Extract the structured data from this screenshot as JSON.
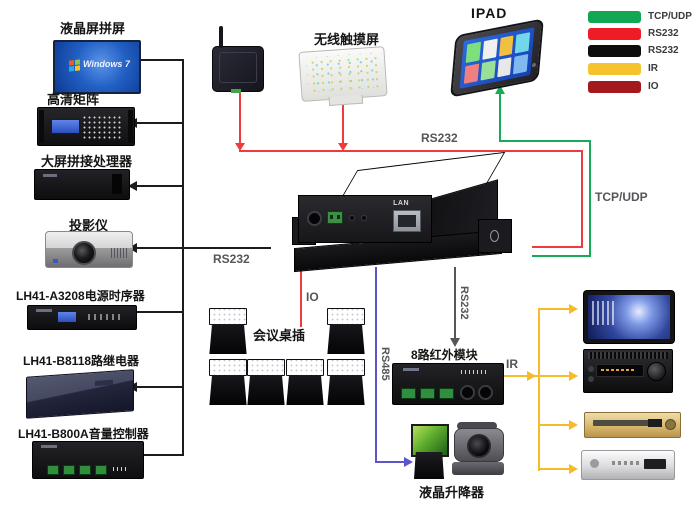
{
  "diagram": {
    "legend": {
      "items": [
        {
          "label": "TCP/UDP",
          "color": "#12a853"
        },
        {
          "label": "RS232",
          "color": "#ee1c25"
        },
        {
          "label": "RS232",
          "color": "#0d0d0d"
        },
        {
          "label": "IR",
          "color": "#f6c22e"
        },
        {
          "label": "IO",
          "color": "#a3191e"
        }
      ]
    },
    "left_devices": [
      {
        "label": "液晶屏拼屏"
      },
      {
        "label": "高清矩阵"
      },
      {
        "label": "大屏拼接处理器"
      },
      {
        "label": "投影仪"
      },
      {
        "label": "LH41-A3208电源时序器"
      },
      {
        "label": "LH41-B8118路继电器"
      },
      {
        "label": "LH41-B800A音量控制器"
      }
    ],
    "monitor_screen_text": "Windows 7",
    "top_devices": {
      "touchscreen_label": "无线触摸屏",
      "ipad_label": "IPAD"
    },
    "controller": {
      "lan_label": "LAN"
    },
    "center_labels": {
      "conference_socket": "会议桌插",
      "ir_module": "8路红外模块",
      "lcd_lifter": "液晶升降器"
    },
    "link_labels": {
      "rs232_left": "RS232",
      "rs232_wireless": "RS232",
      "tcp_udp": "TCP/UDP",
      "io": "IO",
      "rs485": "RS485",
      "rs232_ir": "RS232",
      "ir": "IR"
    },
    "line_colors": {
      "tcp_udp": "#17ab59",
      "rs232_wireless": "#ee3b3b",
      "rs232_bus": "#1c1c1e",
      "ir": "#f5bb2a",
      "io": "#ee3b3b",
      "rs485": "#5c54c8",
      "rs232_ir": "#54565a"
    }
  }
}
